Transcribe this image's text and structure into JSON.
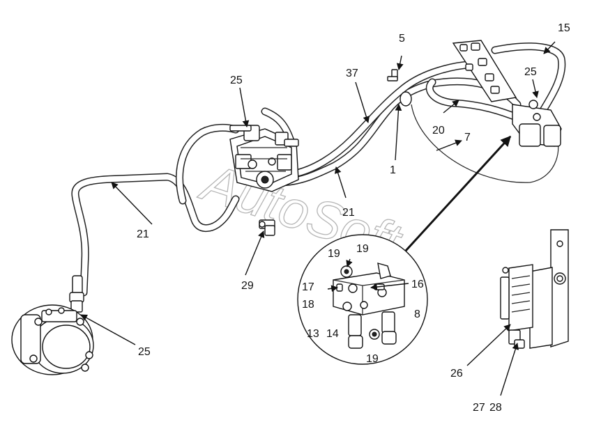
{
  "watermark": "AutoSoft",
  "callouts": {
    "c15": "15",
    "c5": "5",
    "c37": "37",
    "c25_top": "25",
    "c25_right": "25",
    "c20": "20",
    "c7": "7",
    "c1": "1",
    "c21_left": "21",
    "c21_mid": "21",
    "c29": "29",
    "c25_bottom": "25",
    "c19_a": "19",
    "c19_b": "19",
    "c16": "16",
    "c17": "17",
    "c18": "18",
    "c8": "8",
    "c13": "13",
    "c14": "14",
    "c19_c": "19",
    "c26": "26",
    "c27": "27",
    "c28": "28"
  }
}
